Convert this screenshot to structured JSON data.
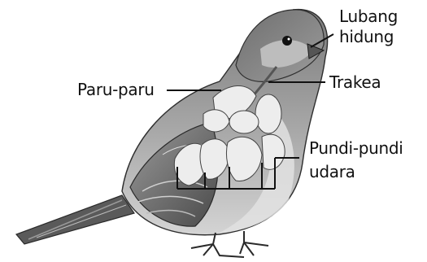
{
  "labels": {
    "nostril_line1": "Lubang",
    "nostril_line2": "hidung",
    "lungs": "Paru-paru",
    "trachea": "Trakea",
    "air_sacs_line1": "Pundi-pundi",
    "air_sacs_line2": "udara"
  },
  "colors": {
    "ink": "#111111",
    "feather_dark": "#3a3a3a",
    "feather_mid": "#8a8a8a",
    "feather_light": "#cfcfcf",
    "organ_light": "#ececec"
  }
}
